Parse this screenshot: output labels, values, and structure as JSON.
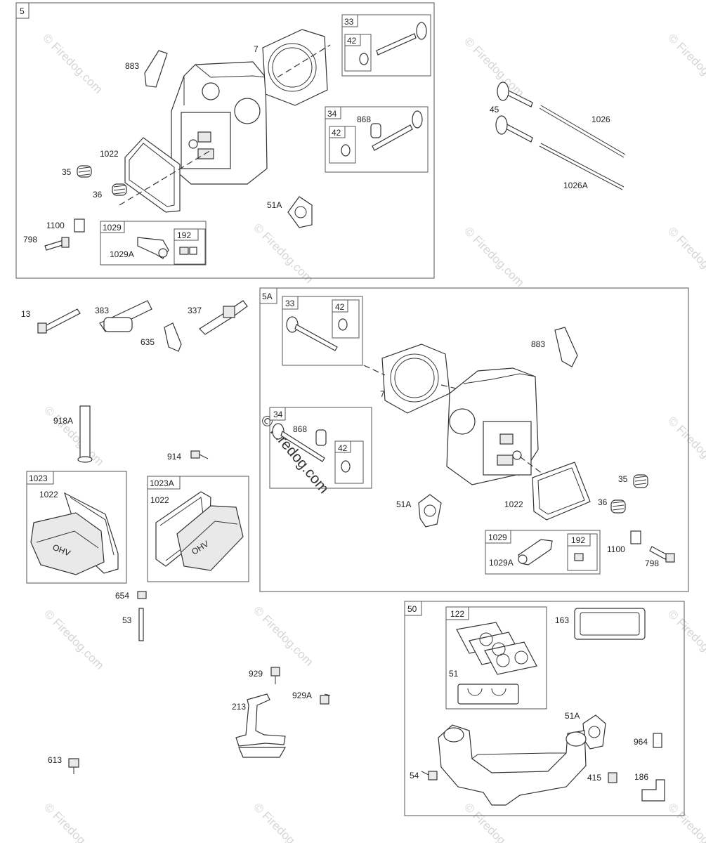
{
  "watermark": {
    "text": "© Firedog.com",
    "color": "#d6d6d6"
  },
  "sections": {
    "s5": {
      "number": "5",
      "labels": [
        "883",
        "7",
        "33",
        "42",
        "34",
        "868",
        "42",
        "1022",
        "35",
        "36",
        "1100",
        "798",
        "1029",
        "192",
        "1029A",
        "51A"
      ]
    },
    "s5A": {
      "number": "5A",
      "labels": [
        "33",
        "42",
        "883",
        "7",
        "34",
        "868",
        "42",
        "51A",
        "1022",
        "35",
        "36",
        "1029",
        "192",
        "1029A",
        "1100",
        "798"
      ]
    },
    "s50": {
      "number": "50",
      "labels": [
        "122",
        "163",
        "51",
        "51A",
        "964",
        "54",
        "415",
        "186"
      ]
    }
  },
  "loose": {
    "valve_labels": [
      "45",
      "1026",
      "1026A"
    ],
    "misc_labels": [
      "13",
      "383",
      "337",
      "635",
      "918A",
      "914",
      "654",
      "53",
      "929",
      "929A",
      "213",
      "613"
    ],
    "cover_boxes": [
      {
        "number": "1023",
        "gasket_label": "1022"
      },
      {
        "number": "1023A",
        "gasket_label": "1022"
      }
    ],
    "cover_badge_text": "OHV"
  }
}
